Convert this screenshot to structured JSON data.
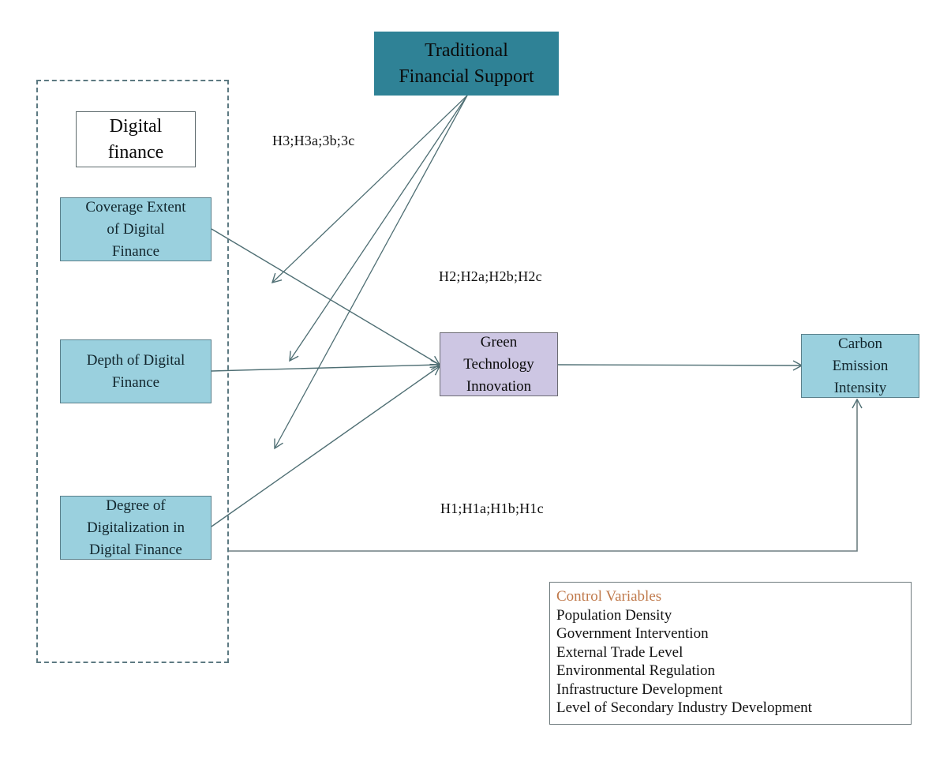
{
  "diagram": {
    "group_label": "Digital finance",
    "nodes": {
      "traditional_financial_support": "Traditional Financial Support",
      "coverage_extent": "Coverage Extent of Digital Finance",
      "depth": "Depth of Digital Finance",
      "degree_of_digitalization": "Degree of Digitalization in Digital Finance",
      "green_technology_innovation": "Green Technology Innovation",
      "carbon_emission_intensity": "Carbon Emission Intensity"
    },
    "node_lines": {
      "traditional_financial_support": [
        "Traditional",
        "Financial Support"
      ],
      "coverage_extent": [
        "Coverage Extent",
        "of Digital",
        "Finance"
      ],
      "depth": [
        "Depth of Digital",
        "Finance"
      ],
      "degree_of_digitalization": [
        "Degree of",
        "Digitalization in",
        "Digital Finance"
      ],
      "green_technology_innovation": [
        "Green",
        "Technology",
        "Innovation"
      ],
      "carbon_emission_intensity": [
        "Carbon",
        "Emission",
        "Intensity"
      ]
    },
    "hypotheses": {
      "h3": "H3;H3a;3b;3c",
      "h2": "H2;H2a;H2b;H2c",
      "h1": "H1;H1a;H1b;H1c"
    },
    "edges": [
      {
        "from": "coverage_extent",
        "to": "green_technology_innovation"
      },
      {
        "from": "depth",
        "to": "green_technology_innovation"
      },
      {
        "from": "degree_of_digitalization",
        "to": "green_technology_innovation"
      },
      {
        "from": "green_technology_innovation",
        "to": "carbon_emission_intensity"
      },
      {
        "from": "digital_finance_group",
        "to": "carbon_emission_intensity"
      },
      {
        "from": "traditional_financial_support",
        "to": "coverage_to_gti_path"
      },
      {
        "from": "traditional_financial_support",
        "to": "depth_to_gti_path"
      },
      {
        "from": "traditional_financial_support",
        "to": "degree_to_gti_path"
      }
    ],
    "control_variables": {
      "title": "Control Variables",
      "items": [
        "Population Density",
        "Government Intervention",
        "External Trade Level",
        "Environmental Regulation",
        "Infrastructure Development",
        "Level of Secondary Industry Development"
      ]
    },
    "colors": {
      "moderator_fill": "#2f8296",
      "dimension_fill": "#9ad0de",
      "mediator_fill": "#cdc6e3",
      "edge_stroke": "#4e6e73",
      "group_border": "#5d7a82",
      "control_title": "#c07a4c"
    }
  }
}
